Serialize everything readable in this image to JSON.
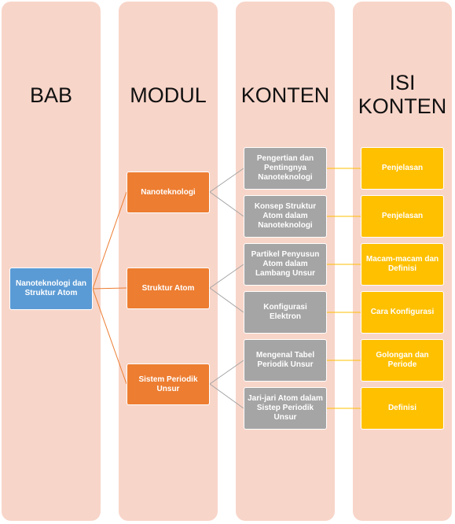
{
  "columns": {
    "bab": "BAB",
    "modul": "MODUL",
    "konten": "KONTEN",
    "isi_konten_line1": "ISI",
    "isi_konten_line2": "KONTEN"
  },
  "bab": "Nanoteknologi dan Struktur Atom",
  "modul": [
    "Nanoteknologi",
    "Struktur Atom",
    "Sistem Periodik Unsur"
  ],
  "konten": [
    "Pengertian dan Pentingnya Nanoteknologi",
    "Konsep Struktur Atom dalam Nanoteknologi",
    "Partikel Penyusun Atom dalam Lambang Unsur",
    "Konfigurasi Elektron",
    "Mengenal Tabel Periodik Unsur",
    "Jari-jari Atom dalam Sistep Periodik Unsur"
  ],
  "isi_konten": [
    "Penjelasan",
    "Penjelasan",
    "Macam-macam dan Definisi",
    "Cara Konfigurasi",
    "Golongan dan Periode",
    "Definisi"
  ],
  "colors": {
    "column_bg": "#f8d5c9",
    "bab_box": "#5b9bd5",
    "modul_box": "#ed7d31",
    "konten_box": "#a5a5a5",
    "isi_box": "#ffc000",
    "connector_orange": "#ed7d31",
    "connector_gray": "#a5a5a5",
    "connector_yellow": "#ffc000"
  }
}
